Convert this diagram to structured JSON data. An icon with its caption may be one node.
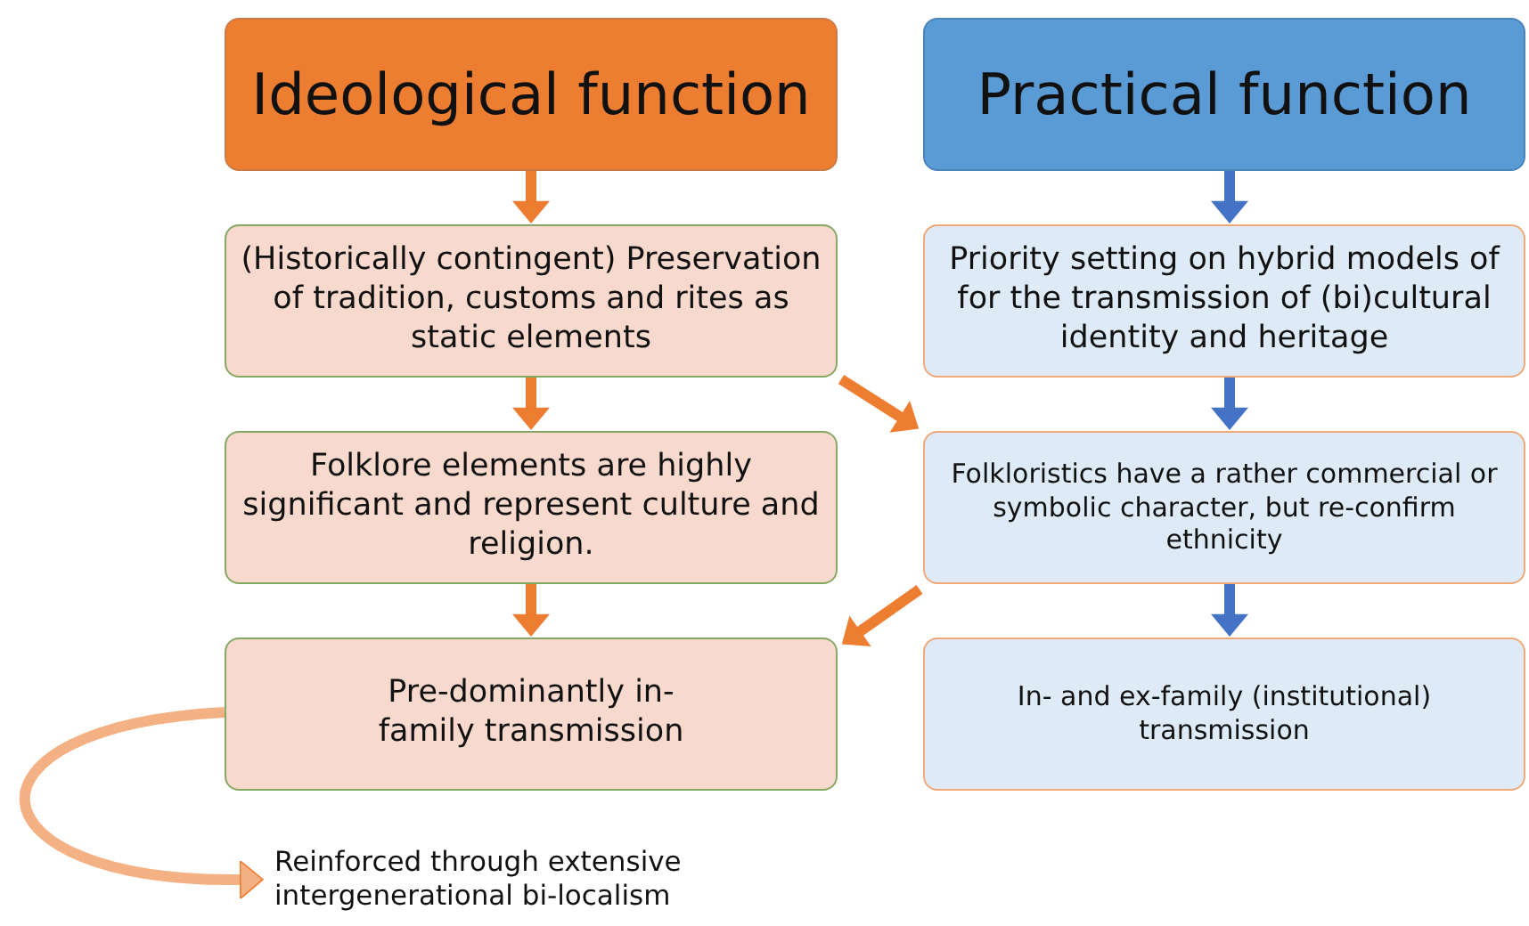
{
  "diagram": {
    "nodes": [
      {
        "text": [
          "Ideological function"
        ]
      },
      {
        "text": [
          "Practical function"
        ]
      },
      {
        "text": [
          "(Historically contingent) Preservation of tradition, customs and rites as static elements"
        ]
      },
      {
        "text": [
          "Priority setting on hybrid models of for the transmission of (bi)cultural identity and heritage"
        ]
      },
      {
        "text": [
          "Folklore elements are highly significant and represent culture and religion."
        ]
      },
      {
        "text": [
          "Folkloristics have a rather commercial or symbolic character, but re-confirm ethnicity"
        ]
      },
      {
        "text": [
          "Pre-dominantly in-family transmission"
        ]
      },
      {
        "text": [
          "In- and ex-family (institutional) transmission"
        ]
      },
      {
        "text": [
          "Reinforced through extensive intergenerational bi-localism"
        ]
      }
    ],
    "edges": [
      {
        "from": 0,
        "to": 2,
        "arrow": "to"
      },
      {
        "from": 2,
        "to": 4,
        "arrow": "to"
      },
      {
        "from": 4,
        "to": 6,
        "arrow": "to"
      },
      {
        "from": 1,
        "to": 3,
        "arrow": "to",
        "color": "#4472c4"
      },
      {
        "from": 3,
        "to": 5,
        "arrow": "to",
        "color": "#4472c4"
      },
      {
        "from": 5,
        "to": 7,
        "arrow": "to",
        "color": "#4472c4"
      },
      {
        "from": 2,
        "to": 5,
        "arrow": "to"
      },
      {
        "from": 5,
        "to": 6,
        "arrow": "to"
      },
      {
        "from": 6,
        "to": 8,
        "arrow": "to",
        "color": "#f4b183"
      }
    ]
  }
}
